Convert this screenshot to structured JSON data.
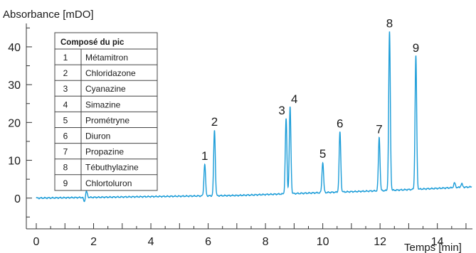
{
  "chart_data": {
    "type": "line",
    "ylabel": "Absorbance [mDO]",
    "xlabel": "Temps [min]",
    "xlim": [
      0,
      15.2
    ],
    "ylim": [
      -7,
      46
    ],
    "xticks": [
      0,
      2,
      4,
      6,
      8,
      10,
      12,
      14
    ],
    "yticks": [
      0,
      10,
      20,
      30,
      40
    ],
    "line_color": "#1a9cd8",
    "legend": {
      "title": "Composé du pic",
      "placement": "top-left",
      "entries": [
        {
          "num": "1",
          "name": "Métamitron"
        },
        {
          "num": "2",
          "name": "Chloridazone"
        },
        {
          "num": "3",
          "name": "Cyanazine"
        },
        {
          "num": "4",
          "name": "Simazine"
        },
        {
          "num": "5",
          "name": "Prométryne"
        },
        {
          "num": "6",
          "name": "Diuron"
        },
        {
          "num": "7",
          "name": "Propazine"
        },
        {
          "num": "8",
          "name": "Tébuthylazine"
        },
        {
          "num": "9",
          "name": "Chlortoluron"
        }
      ]
    },
    "peaks": [
      {
        "label": "1",
        "x": 5.88,
        "y": 9
      },
      {
        "label": "2",
        "x": 6.22,
        "y": 18
      },
      {
        "label": "3",
        "x": 8.72,
        "y": 21
      },
      {
        "label": "4",
        "x": 8.86,
        "y": 24
      },
      {
        "label": "5",
        "x": 10.0,
        "y": 9.5
      },
      {
        "label": "6",
        "x": 10.6,
        "y": 17.5
      },
      {
        "label": "7",
        "x": 11.97,
        "y": 16
      },
      {
        "label": "8",
        "x": 12.33,
        "y": 44
      },
      {
        "label": "9",
        "x": 13.25,
        "y": 37.5
      }
    ],
    "minor_features": [
      {
        "x": 1.75,
        "y": 1.8
      },
      {
        "x": 14.6,
        "y": 4
      },
      {
        "x": 14.85,
        "y": 3.8
      }
    ]
  }
}
